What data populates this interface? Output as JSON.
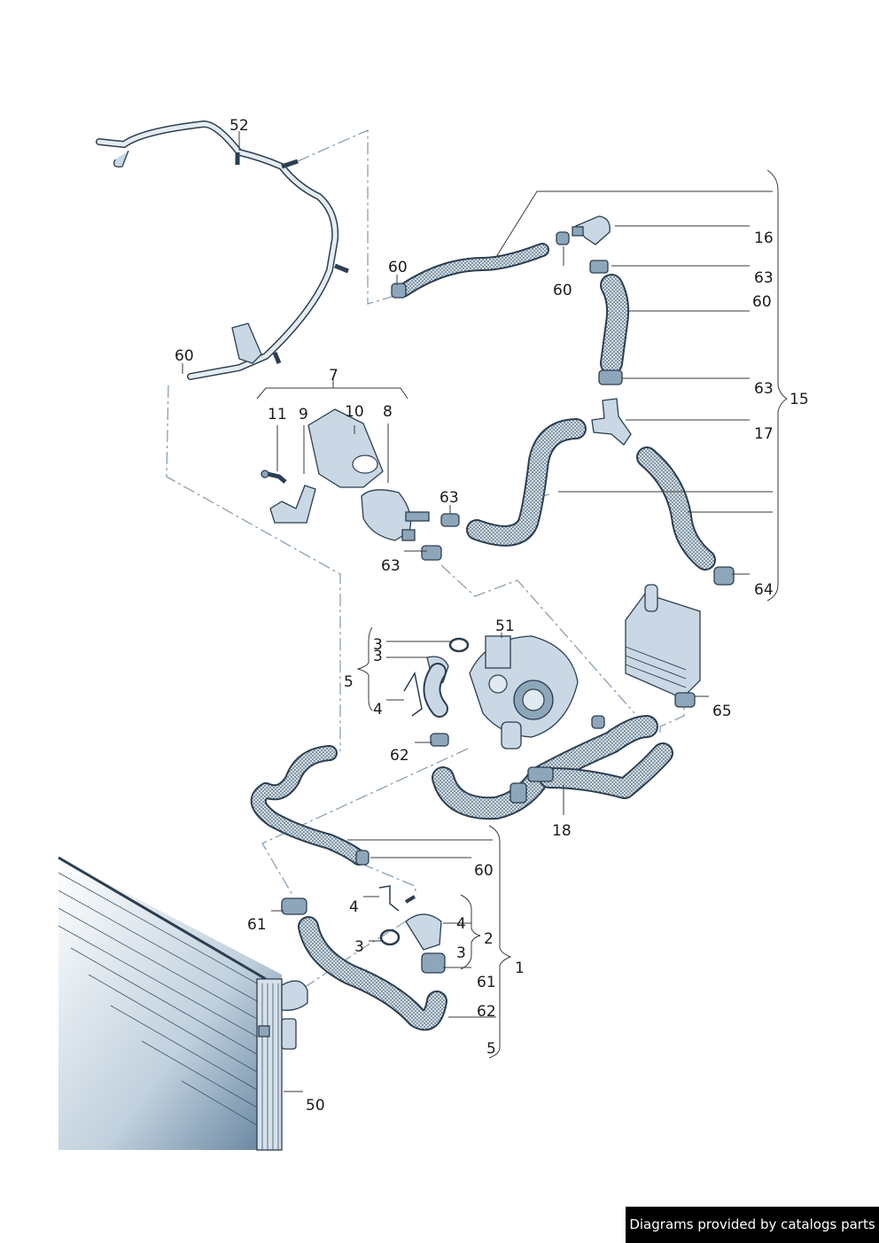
{
  "callouts": [
    {
      "id": "c52",
      "text": "52"
    },
    {
      "id": "c16",
      "text": "16"
    },
    {
      "id": "c63a",
      "text": "63"
    },
    {
      "id": "c60a",
      "text": "60"
    },
    {
      "id": "c60b",
      "text": "60"
    },
    {
      "id": "c60c",
      "text": "60"
    },
    {
      "id": "c60d",
      "text": "60"
    },
    {
      "id": "c63b",
      "text": "63"
    },
    {
      "id": "c15",
      "text": "15"
    },
    {
      "id": "c17",
      "text": "17"
    },
    {
      "id": "c7",
      "text": "7"
    },
    {
      "id": "c11",
      "text": "11"
    },
    {
      "id": "c9",
      "text": "9"
    },
    {
      "id": "c10",
      "text": "10"
    },
    {
      "id": "c8",
      "text": "8"
    },
    {
      "id": "c63c",
      "text": "63"
    },
    {
      "id": "c63d",
      "text": "63"
    },
    {
      "id": "c64",
      "text": "64"
    },
    {
      "id": "c51",
      "text": "51"
    },
    {
      "id": "c3a",
      "text": "3"
    },
    {
      "id": "c3b",
      "text": "3"
    },
    {
      "id": "c5a",
      "text": "5"
    },
    {
      "id": "c4a",
      "text": "4"
    },
    {
      "id": "c65",
      "text": "65"
    },
    {
      "id": "c62a",
      "text": "62"
    },
    {
      "id": "c18",
      "text": "18"
    },
    {
      "id": "c60e",
      "text": "60"
    },
    {
      "id": "c4b",
      "text": "4"
    },
    {
      "id": "c4c",
      "text": "4"
    },
    {
      "id": "c61a",
      "text": "61"
    },
    {
      "id": "c2",
      "text": "2"
    },
    {
      "id": "c3c",
      "text": "3"
    },
    {
      "id": "c3d",
      "text": "3"
    },
    {
      "id": "c1",
      "text": "1"
    },
    {
      "id": "c61b",
      "text": "61"
    },
    {
      "id": "c62b",
      "text": "62"
    },
    {
      "id": "c5b",
      "text": "5"
    },
    {
      "id": "c50",
      "text": "50"
    }
  ],
  "watermark": "Diagrams provided by catalogs parts",
  "colors": {
    "part_fill": "#c9d8e4",
    "outline": "#2c3e50",
    "dashed_line": "#8aa0b4",
    "radiator_shade": "#5f7f9b"
  }
}
